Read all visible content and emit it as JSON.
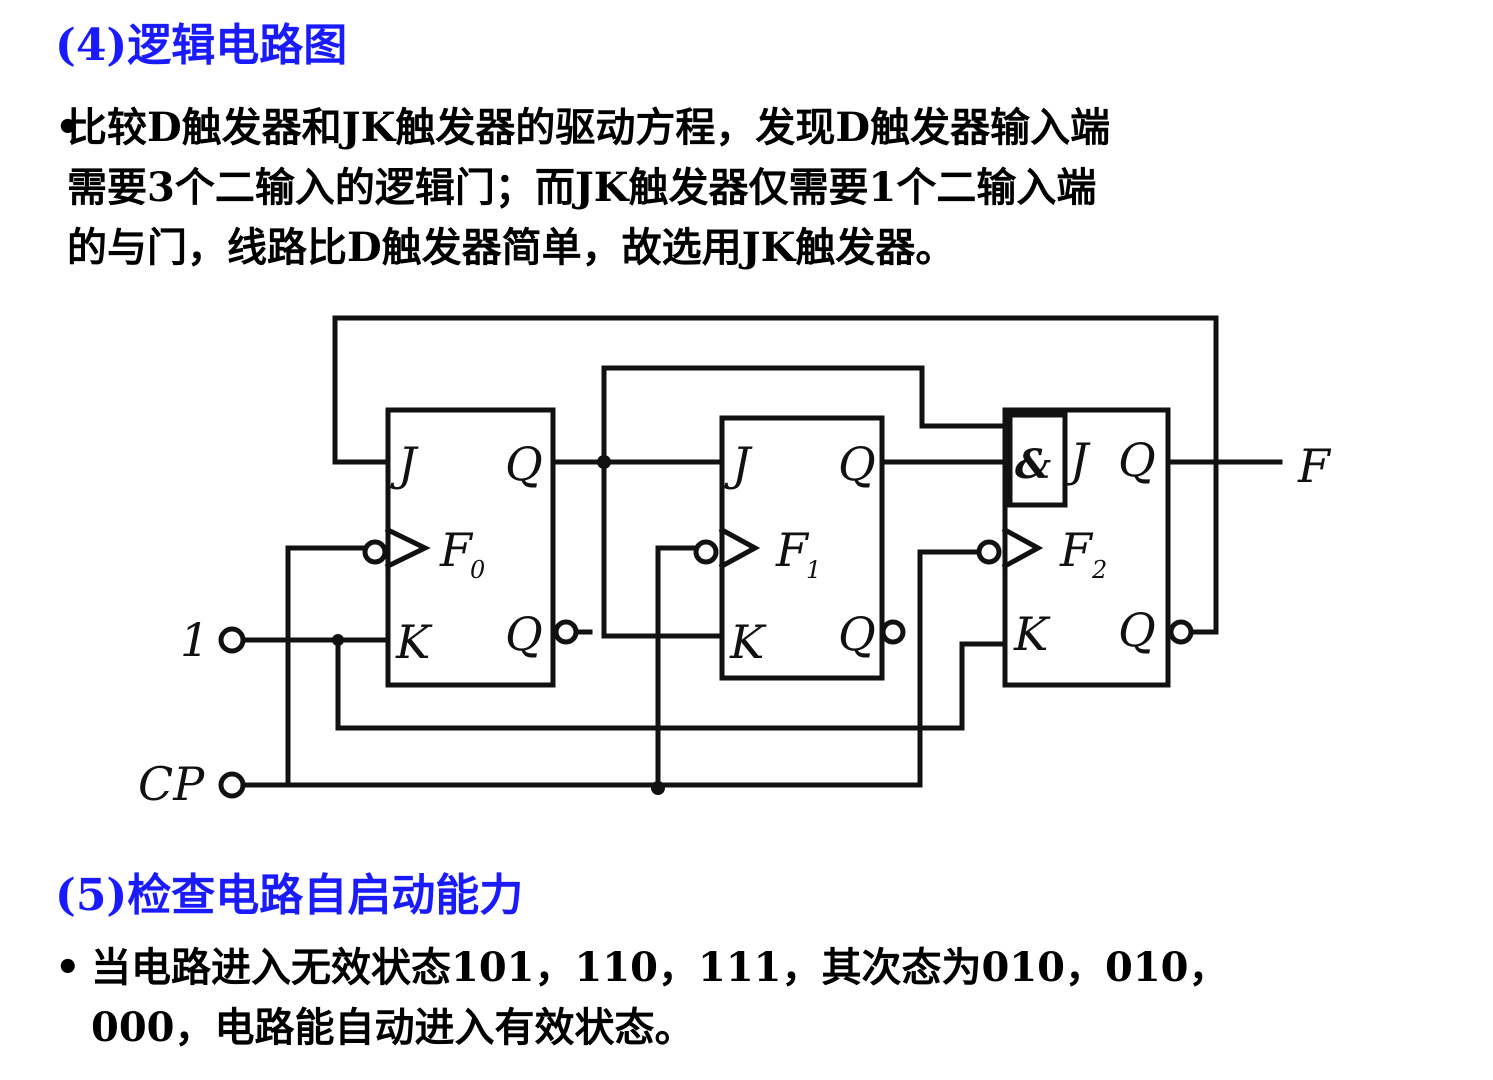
{
  "heading1": "(4)逻辑电路图",
  "para1": {
    "bullet": "•",
    "lines": [
      "比较D触发器和JK触发器的驱动方程，发现D触发器输入端",
      "需要3个二输入的逻辑门；而JK触发器仅需要1个二输入端",
      "的与门，线路比D触发器简单，故选用JK触发器。"
    ]
  },
  "circuit": {
    "ff0": {
      "label": "F",
      "sub": "0",
      "j": "J",
      "k": "K",
      "q": "Q",
      "qn": "Q"
    },
    "ff1": {
      "label": "F",
      "sub": "1",
      "j": "J",
      "k": "K",
      "q": "Q",
      "qn": "Q"
    },
    "ff2": {
      "label": "F",
      "sub": "2",
      "j": "J",
      "k": "K",
      "q": "Q",
      "qn": "Q",
      "and_gate": "&"
    },
    "input_one": "1",
    "input_cp": "CP",
    "output_f": "F"
  },
  "heading2": "(5)检查电路自启动能力",
  "para2": {
    "bullet": "•",
    "lines": [
      "当电路进入无效状态101，110，111，其次态为010，010，",
      "000，电路能自动进入有效状态。"
    ]
  },
  "colors": {
    "heading": "#1a1aff",
    "text": "#000000",
    "line": "#111111"
  }
}
